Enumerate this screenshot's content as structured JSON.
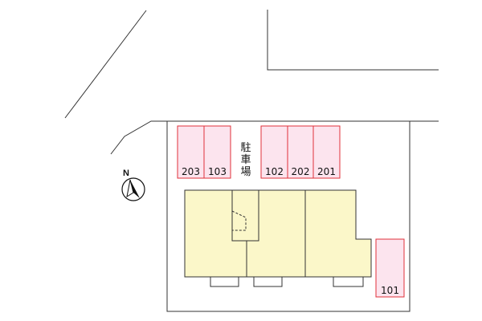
{
  "parking": {
    "label_chars": [
      "駐",
      "車",
      "場"
    ],
    "spaces": [
      {
        "label": "203"
      },
      {
        "label": "103"
      },
      {
        "label": "102"
      },
      {
        "label": "202"
      },
      {
        "label": "201"
      },
      {
        "label": "101"
      }
    ]
  },
  "compass": {
    "label": "N"
  },
  "colors": {
    "parking_fill": "#fce4ee",
    "parking_stroke": "#e0303a",
    "building_fill": "#fbf7c9",
    "line": "#333333"
  }
}
